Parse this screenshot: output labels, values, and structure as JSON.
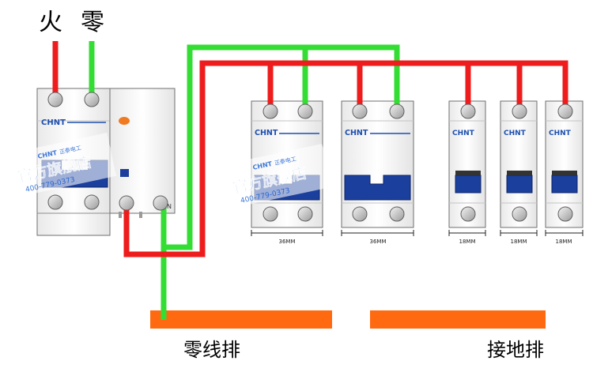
{
  "labels": {
    "live": "火",
    "neutral": "零",
    "neutral_bar": "零线排",
    "ground_bar": "接地排"
  },
  "brand": "CHNT",
  "brand_cn": "正泰电工",
  "watermark": {
    "shop": "官方旗舰店",
    "phone": "400-779-0373"
  },
  "rcd_terminal_label": "N",
  "dimensions": {
    "breaker_2p": "36MM",
    "breaker_1p": "18MM"
  },
  "colors": {
    "live_wire": "#ee1c1c",
    "neutral_wire": "#33dd33",
    "bus_bar": "#ff6a10",
    "breaker_blue": "#1b3f9c",
    "brand_blue": "#1d4fb0"
  }
}
